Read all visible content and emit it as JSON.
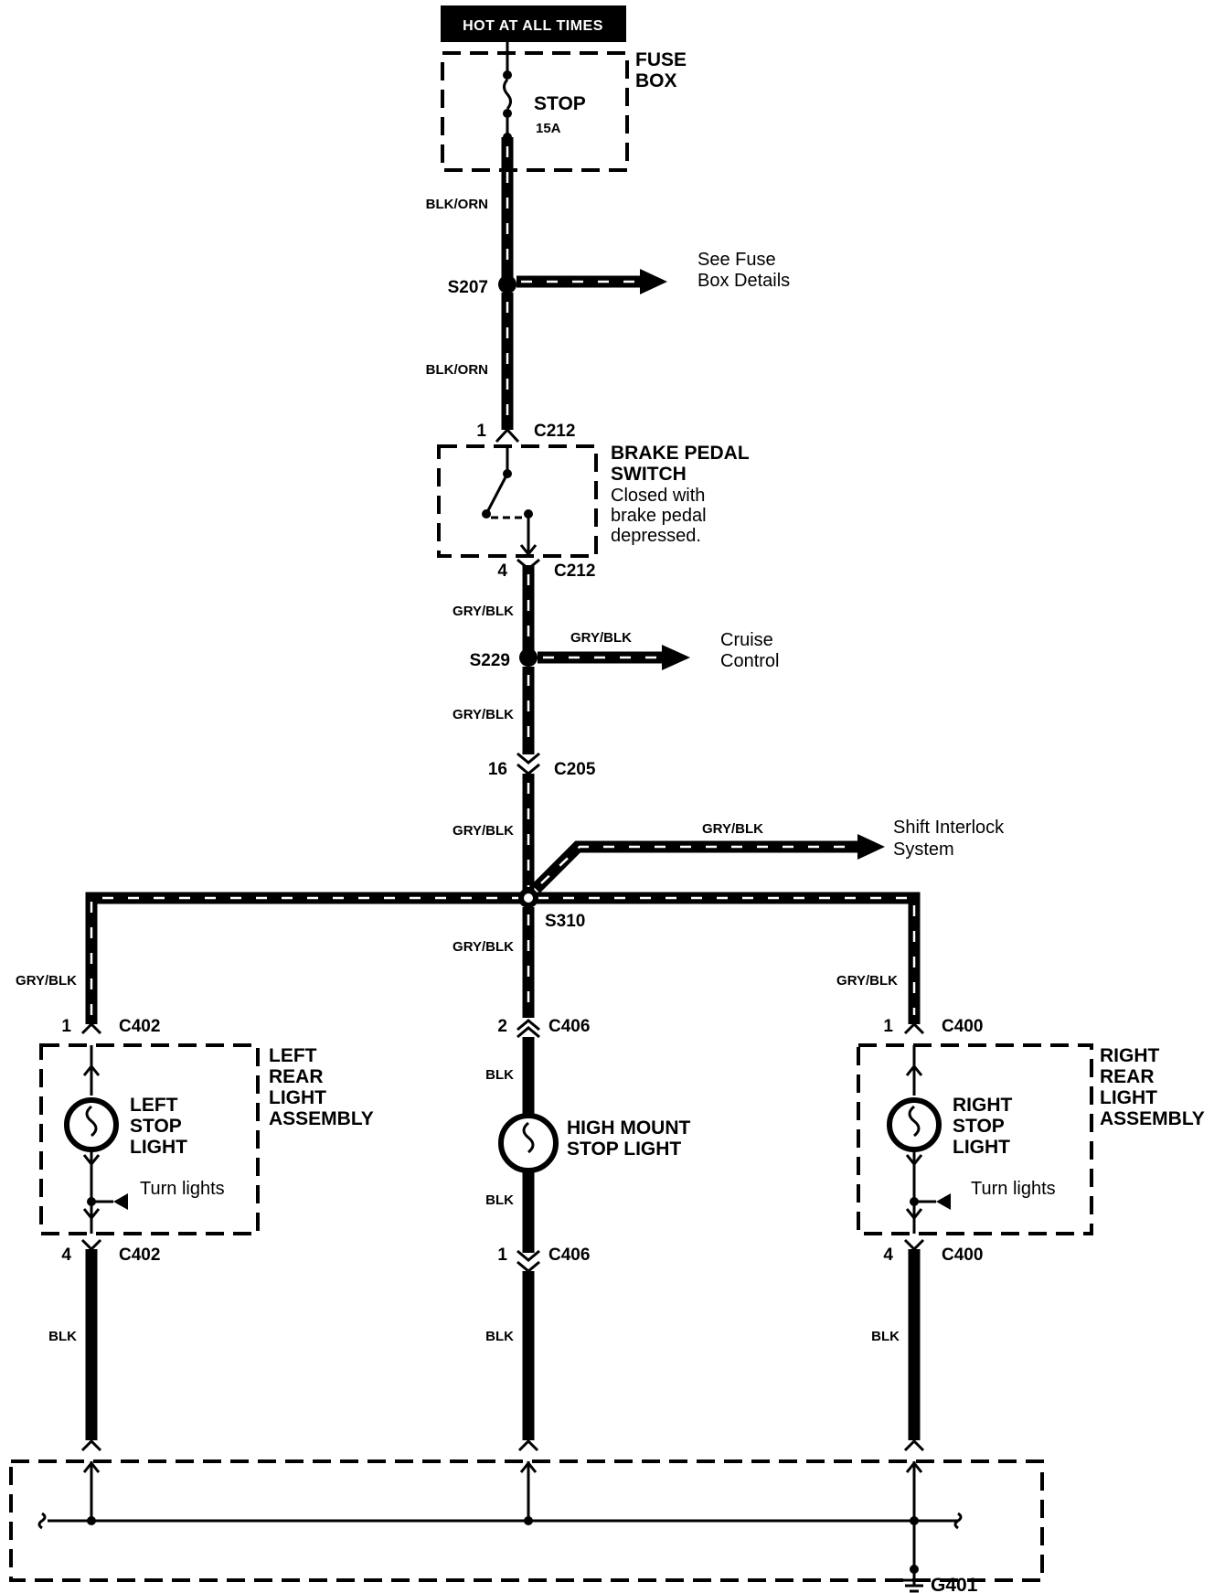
{
  "header": {
    "hot_label": "HOT AT ALL TIMES"
  },
  "fuse_box": {
    "title_line1": "FUSE",
    "title_line2": "BOX",
    "fuse_name": "STOP",
    "fuse_rating": "15A"
  },
  "wires": {
    "blk_orn_1": "BLK/ORN",
    "blk_orn_2": "BLK/ORN",
    "gry_blk_1": "GRY/BLK",
    "gry_blk_cruise": "GRY/BLK",
    "gry_blk_2": "GRY/BLK",
    "gry_blk_3": "GRY/BLK",
    "gry_blk_shift": "GRY/BLK",
    "gry_blk_center": "GRY/BLK",
    "gry_blk_left": "GRY/BLK",
    "gry_blk_right": "GRY/BLK",
    "blk_center_upper": "BLK",
    "blk_center_mid": "BLK",
    "blk_left": "BLK",
    "blk_center_low": "BLK",
    "blk_right": "BLK"
  },
  "splices": {
    "s207": "S207",
    "s229": "S229",
    "s310": "S310"
  },
  "branches": {
    "fuse_details_line1": "See Fuse",
    "fuse_details_line2": "Box Details",
    "cruise_line1": "Cruise",
    "cruise_line2": "Control",
    "shift_line1": "Shift Interlock",
    "shift_line2": "System"
  },
  "brake_switch": {
    "title_line1": "BRAKE PEDAL",
    "title_line2": "SWITCH",
    "desc_line1": "Closed with",
    "desc_line2": "brake pedal",
    "desc_line3": "depressed.",
    "pin_top": "1",
    "conn_top": "C212",
    "pin_bottom": "4",
    "conn_bottom": "C212"
  },
  "c205": {
    "pin": "16",
    "conn": "C205"
  },
  "left_assembly": {
    "pin_top": "1",
    "conn_top": "C402",
    "pin_bottom": "4",
    "conn_bottom": "C402",
    "title_line1": "LEFT",
    "title_line2": "REAR",
    "title_line3": "LIGHT",
    "title_line4": "ASSEMBLY",
    "bulb_line1": "LEFT",
    "bulb_line2": "STOP",
    "bulb_line3": "LIGHT",
    "turn": "Turn lights"
  },
  "high_mount": {
    "pin_top": "2",
    "conn_top": "C406",
    "pin_bottom": "1",
    "conn_bottom": "C406",
    "line1": "HIGH MOUNT",
    "line2": "STOP LIGHT"
  },
  "right_assembly": {
    "pin_top": "1",
    "conn_top": "C400",
    "pin_bottom": "4",
    "conn_bottom": "C400",
    "title_line1": "RIGHT",
    "title_line2": "REAR",
    "title_line3": "LIGHT",
    "title_line4": "ASSEMBLY",
    "bulb_line1": "RIGHT",
    "bulb_line2": "STOP",
    "bulb_line3": "LIGHT",
    "turn": "Turn lights"
  },
  "ground": {
    "label": "G401"
  }
}
